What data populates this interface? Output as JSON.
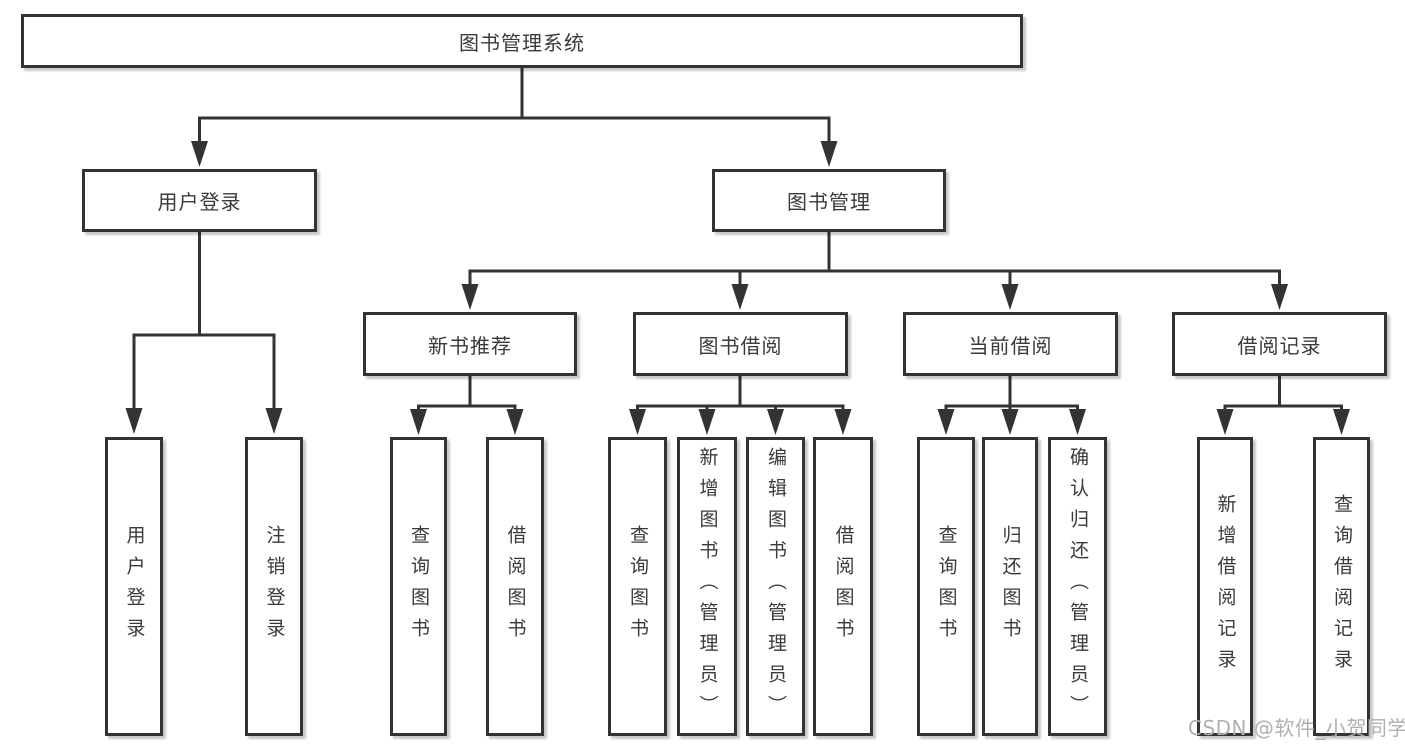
{
  "diagram": {
    "title": "图书管理系统",
    "level2": [
      {
        "label": "用户登录"
      },
      {
        "label": "图书管理"
      }
    ],
    "level3": [
      {
        "label": "新书推荐",
        "parent": "图书管理"
      },
      {
        "label": "图书借阅",
        "parent": "图书管理"
      },
      {
        "label": "当前借阅",
        "parent": "图书管理"
      },
      {
        "label": "借阅记录",
        "parent": "图书管理"
      }
    ],
    "leaves": [
      {
        "label": "用户登录",
        "parent": "用户登录"
      },
      {
        "label": "注销登录",
        "parent": "用户登录"
      },
      {
        "label": "查询图书",
        "parent": "新书推荐"
      },
      {
        "label": "借阅图书",
        "parent": "新书推荐"
      },
      {
        "label": "查询图书",
        "parent": "图书借阅"
      },
      {
        "label": "新增图书（管理员）",
        "parent": "图书借阅"
      },
      {
        "label": "编辑图书（管理员）",
        "parent": "图书借阅"
      },
      {
        "label": "借阅图书",
        "parent": "图书借阅"
      },
      {
        "label": "查询图书",
        "parent": "当前借阅"
      },
      {
        "label": "归还图书",
        "parent": "当前借阅"
      },
      {
        "label": "确认归还（管理员）",
        "parent": "当前借阅"
      },
      {
        "label": "新增借阅记录",
        "parent": "借阅记录"
      },
      {
        "label": "查询借阅记录",
        "parent": "借阅记录"
      }
    ]
  },
  "watermark": {
    "text": "CSDN @软件_小贺同学"
  },
  "colors": {
    "line": "#333333",
    "box_border": "#333333",
    "box_background": "#ffffff",
    "text": "#3a3a3a",
    "watermark": "#b0b0b0",
    "background": "#ffffff"
  }
}
